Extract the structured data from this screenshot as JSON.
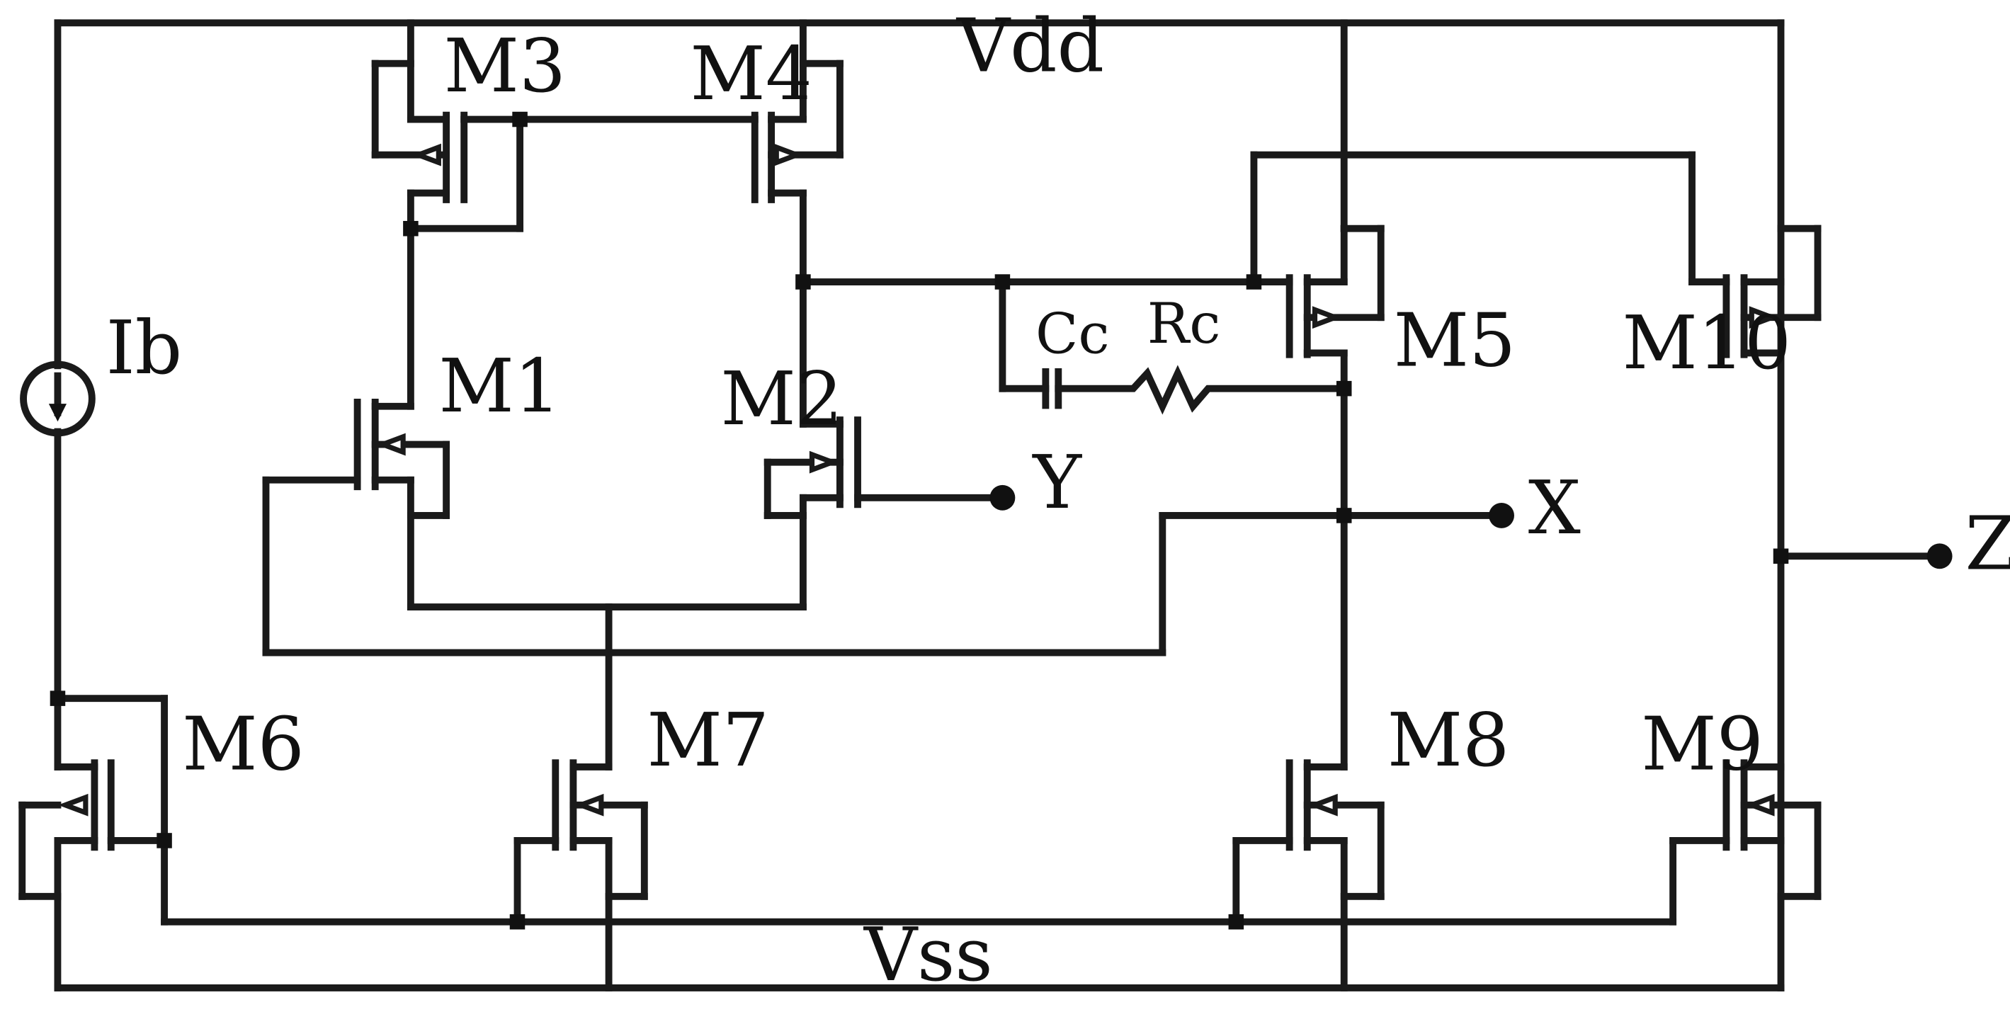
{
  "labels": {
    "vdd": "Vdd",
    "vss": "Vss",
    "ib": "Ib",
    "cc": "Cc",
    "rc": "Rc",
    "m1": "M1",
    "m2": "M2",
    "m3": "M3",
    "m4": "M4",
    "m5": "M5",
    "m6": "M6",
    "m7": "M7",
    "m8": "M8",
    "m9": "M9",
    "m10": "M10",
    "x": "X",
    "y": "Y",
    "z": "Z"
  }
}
